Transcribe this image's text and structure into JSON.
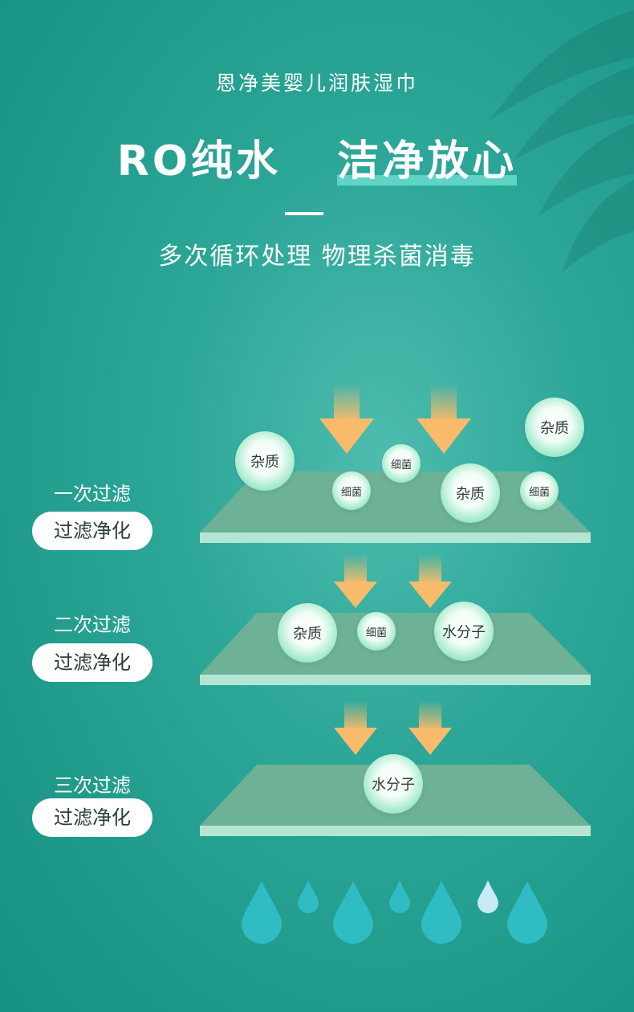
{
  "header": {
    "brand": "恩净美婴儿润肤湿巾",
    "headline_part1": "RO纯水",
    "headline_part2": "洁净放心",
    "subtitle": "多次循环处理 物理杀菌消毒"
  },
  "stages": [
    {
      "label": "一次过滤",
      "badge": "过滤净化",
      "particles": [
        {
          "text": "杂质",
          "size": "big"
        },
        {
          "text": "细菌",
          "size": "small"
        },
        {
          "text": "细菌",
          "size": "small"
        },
        {
          "text": "杂质",
          "size": "big"
        },
        {
          "text": "细菌",
          "size": "small"
        },
        {
          "text": "杂质",
          "size": "big"
        }
      ]
    },
    {
      "label": "二次过滤",
      "badge": "过滤净化",
      "particles": [
        {
          "text": "杂质",
          "size": "big"
        },
        {
          "text": "细菌",
          "size": "small"
        },
        {
          "text": "水分子",
          "size": "big"
        }
      ]
    },
    {
      "label": "三次过滤",
      "badge": "过滤净化",
      "particles": [
        {
          "text": "水分子",
          "size": "big"
        }
      ]
    }
  ],
  "colors": {
    "background": "#2ba697",
    "filter_top": "#6db197",
    "filter_edge": "#b5e6d3",
    "arrow": "#f8bb6c",
    "droplet": "#2fbcc2",
    "droplet_highlight": "#c8ecf7"
  },
  "icons": [
    "leaf-shadow",
    "arrow-down-icon",
    "water-drop-icon"
  ]
}
